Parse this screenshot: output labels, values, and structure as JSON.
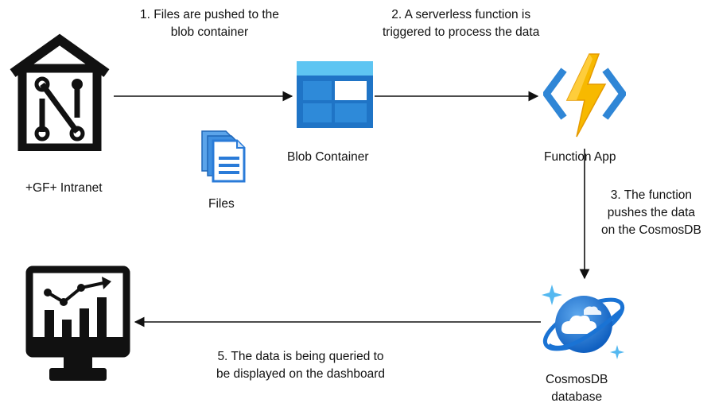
{
  "nodes": {
    "intranet": {
      "label": "+GF+ Intranet",
      "icon": "house-n-icon"
    },
    "files": {
      "label": "Files",
      "icon": "documents-icon"
    },
    "blob": {
      "label": "Blob Container",
      "icon": "blob-storage-icon"
    },
    "function_app": {
      "label": "Function App",
      "icon": "azure-function-icon"
    },
    "cosmos": {
      "label_line1": "CosmosDB",
      "label_line2": "database",
      "icon": "cosmosdb-icon"
    },
    "dashboard": {
      "icon": "dashboard-monitor-icon"
    }
  },
  "steps": {
    "step1": {
      "line1": "1. Files are pushed to the",
      "line2": "blob container"
    },
    "step2": {
      "line1": "2. A serverless function is",
      "line2": "triggered to process the data"
    },
    "step3": {
      "line1": "3. The function",
      "line2": "pushes the data",
      "line3": "on the CosmosDB"
    },
    "step5": {
      "line1": "5. The data is being queried to",
      "line2": "be displayed on the dashboard"
    }
  },
  "colors": {
    "arrow": "#111111",
    "blob_dark": "#1f74c6",
    "blob_light": "#5ec5f2",
    "function_orange": "#f7b900",
    "function_blue": "#2f86d6",
    "cosmos_blue": "#1a73d4",
    "doc_blue": "#2a7bd8"
  }
}
